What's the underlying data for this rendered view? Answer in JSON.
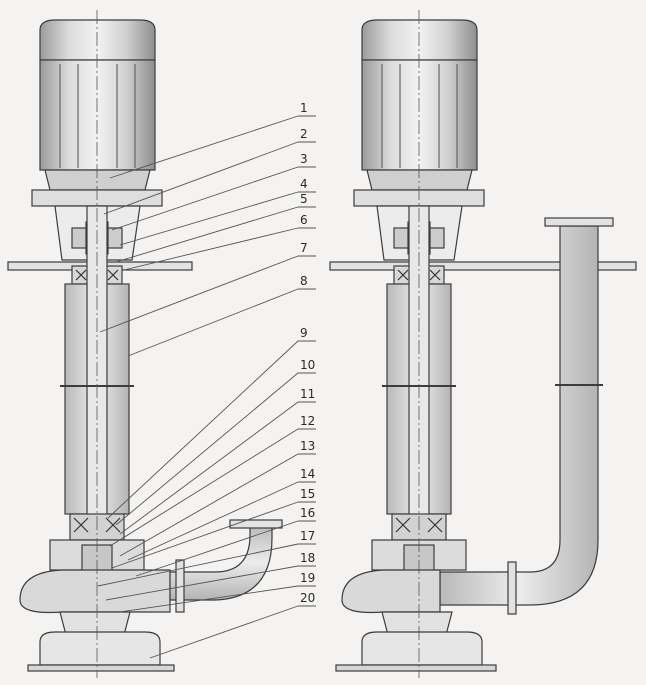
{
  "callouts": [
    {
      "id": "1",
      "label": "1"
    },
    {
      "id": "2",
      "label": "2"
    },
    {
      "id": "3",
      "label": "3"
    },
    {
      "id": "4",
      "label": "4"
    },
    {
      "id": "5",
      "label": "5"
    },
    {
      "id": "6",
      "label": "6"
    },
    {
      "id": "7",
      "label": "7"
    },
    {
      "id": "8",
      "label": "8"
    },
    {
      "id": "9",
      "label": "9"
    },
    {
      "id": "10",
      "label": "10"
    },
    {
      "id": "11",
      "label": "11"
    },
    {
      "id": "12",
      "label": "12"
    },
    {
      "id": "13",
      "label": "13"
    },
    {
      "id": "14",
      "label": "14"
    },
    {
      "id": "15",
      "label": "15"
    },
    {
      "id": "16",
      "label": "16"
    },
    {
      "id": "17",
      "label": "17"
    },
    {
      "id": "18",
      "label": "18"
    },
    {
      "id": "19",
      "label": "19"
    },
    {
      "id": "20",
      "label": "20"
    }
  ],
  "colors": {
    "background": "#f4f3f1",
    "metal_light": "#e6e6e6",
    "metal_mid": "#cfcfcf",
    "metal_dark": "#a9a9a9",
    "outline": "#3c3c3c",
    "leader": "#555555"
  }
}
